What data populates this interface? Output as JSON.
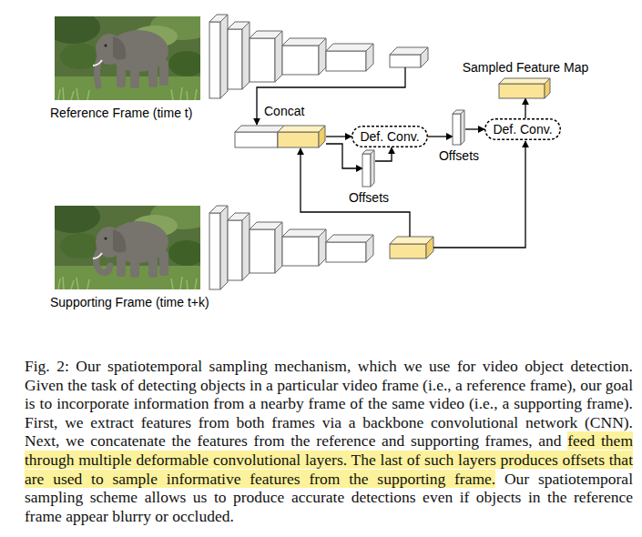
{
  "diagram": {
    "caption": "Fig. 2: Our spatiotemporal sampling mechanism, which we use for video object detection. Given the task of detecting objects in a particular video frame (i.e., a reference frame), our goal is to incorporate information from a nearby frame of the same video (i.e., a supporting frame). First, we extract features from both frames via a backbone convolutional network (CNN). Next, we concatenate the features from the reference and supporting frames, and feed them through multiple deformable convolutional layers. The last of such layers produces offsets that are used to sample informative features from the supporting frame. Our spatiotemporal sampling scheme allows us to produce accurate detections even if objects in the reference frame appear blurry or occluded.",
    "nodes": [
      {
        "text": [
          "Reference Frame (time t)"
        ]
      },
      {
        "text": [
          "Concat"
        ]
      },
      {
        "text": [
          "Def. Conv."
        ]
      },
      {
        "text": [
          "Offsets"
        ]
      },
      {
        "text": [
          "Offsets"
        ]
      },
      {
        "text": [
          "Def. Conv."
        ]
      },
      {
        "text": [
          "Sampled Feature Map"
        ]
      },
      {
        "text": [
          "Supporting Frame (time t+k)"
        ]
      }
    ],
    "edges": [
      {
        "from": 1,
        "to": 2,
        "arrow": "to"
      },
      {
        "from": 1,
        "to": 3,
        "arrow": "to"
      },
      {
        "from": 3,
        "to": 2,
        "arrow": "to"
      },
      {
        "from": 2,
        "to": 4,
        "arrow": "to"
      },
      {
        "from": 4,
        "to": 5,
        "arrow": "to"
      },
      {
        "from": 5,
        "to": 6,
        "arrow": "to"
      }
    ]
  }
}
